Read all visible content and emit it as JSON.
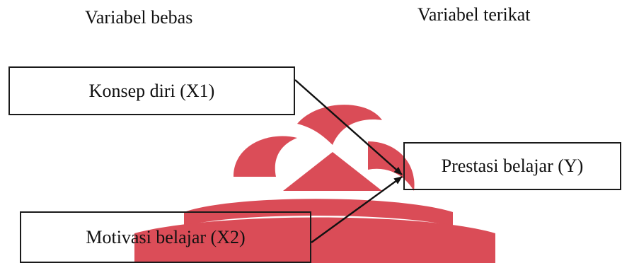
{
  "headings": {
    "independent": "Variabel bebas",
    "dependent": "Variabel terikat"
  },
  "boxes": {
    "x1": "Konsep diri (X1)",
    "x2": "Motivasi belajar (X2)",
    "y": "Prestasi belajar (Y)"
  },
  "colors": {
    "ink": "#111111",
    "watermark": "#d9434f"
  }
}
